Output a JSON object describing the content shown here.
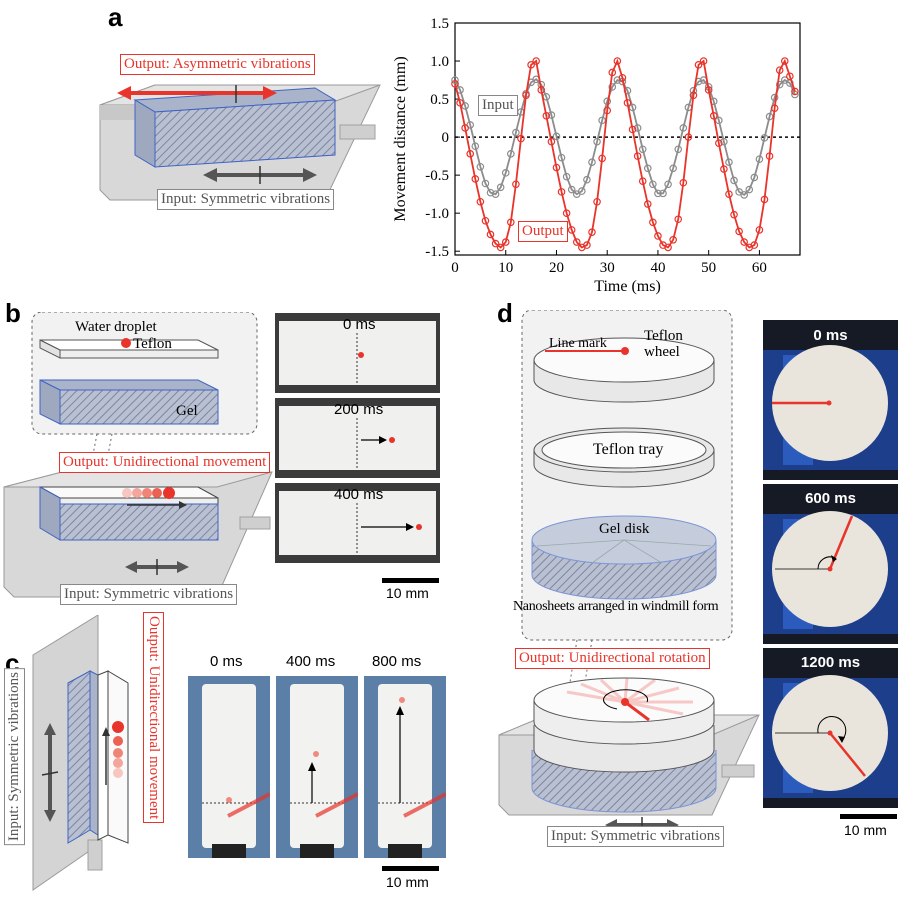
{
  "panels": {
    "a": "a",
    "b": "b",
    "c": "c",
    "d": "d"
  },
  "panel_a": {
    "output_label": "Output: Asymmetric vibrations",
    "input_label": "Input: Symmetric vibrations"
  },
  "panel_b": {
    "water_droplet": "Water droplet",
    "teflon": "Teflon",
    "gel": "Gel",
    "output_label": "Output: Unidirectional movement",
    "input_label": "Input: Symmetric vibrations",
    "frames": [
      "0 ms",
      "200 ms",
      "400 ms"
    ],
    "scale": "10 mm"
  },
  "panel_c": {
    "input_label": "Input: Symmetric vibrations",
    "output_label": "Output: Unidirectional movement",
    "frames": [
      "0 ms",
      "400 ms",
      "800 ms"
    ],
    "scale": "10 mm"
  },
  "panel_d": {
    "line_mark": "Line mark",
    "teflon_wheel_1": "Teflon",
    "teflon_wheel_2": "wheel",
    "teflon_tray": "Teflon tray",
    "gel_disk": "Gel disk",
    "nanosheets": "Nanosheets arranged in windmill form",
    "output_label": "Output: Unidirectional rotation",
    "input_label": "Input: Symmetric vibrations",
    "frames": [
      "0 ms",
      "600 ms",
      "1200 ms"
    ],
    "scale": "10 mm"
  },
  "chart_data": {
    "type": "line",
    "xlabel": "Time (ms)",
    "ylabel": "Movement distance (mm)",
    "xlim": [
      0,
      68
    ],
    "ylim": [
      -1.55,
      1.5
    ],
    "xticks": [
      0,
      10,
      20,
      30,
      40,
      50,
      60
    ],
    "yticks": [
      -1.5,
      -1.0,
      -0.5,
      0,
      0.5,
      1.0,
      1.5
    ],
    "ytick_labels": [
      "-1.5",
      "-1.0",
      "-0.5",
      "0",
      "0.5",
      "1.0",
      "1.5"
    ],
    "zero_line": true,
    "annotations": [
      "Input",
      "Output"
    ],
    "colors": {
      "input": "#8c8c8c",
      "output": "#e8342b"
    },
    "series": [
      {
        "key": "input",
        "x": [
          0,
          1,
          2,
          3,
          4,
          5,
          6,
          7,
          8,
          9,
          10,
          11,
          12,
          13,
          14,
          15,
          16,
          17,
          18,
          19,
          20,
          21,
          22,
          23,
          24,
          25,
          26,
          27,
          28,
          29,
          30,
          31,
          32,
          33,
          34,
          35,
          36,
          37,
          38,
          39,
          40,
          41,
          42,
          43,
          44,
          45,
          46,
          47,
          48,
          49,
          50,
          51,
          52,
          53,
          54,
          55,
          56,
          57,
          58,
          59,
          60,
          61,
          62,
          63,
          64,
          65,
          66,
          67
        ],
        "y": [
          0.75,
          0.62,
          0.41,
          0.16,
          -0.12,
          -0.39,
          -0.61,
          -0.73,
          -0.75,
          -0.66,
          -0.47,
          -0.22,
          0.06,
          0.33,
          0.57,
          0.72,
          0.76,
          0.69,
          0.53,
          0.29,
          0.01,
          -0.27,
          -0.52,
          -0.69,
          -0.75,
          -0.71,
          -0.56,
          -0.33,
          -0.06,
          0.22,
          0.47,
          0.66,
          0.75,
          0.73,
          0.61,
          0.39,
          0.12,
          -0.16,
          -0.41,
          -0.62,
          -0.74,
          -0.74,
          -0.62,
          -0.41,
          -0.16,
          0.12,
          0.39,
          0.61,
          0.73,
          0.75,
          0.66,
          0.47,
          0.22,
          -0.06,
          -0.33,
          -0.57,
          -0.72,
          -0.76,
          -0.69,
          -0.53,
          -0.29,
          -0.01,
          0.27,
          0.52,
          0.69,
          0.75,
          0.71,
          0.56
        ]
      },
      {
        "key": "output",
        "x": [
          0,
          1,
          2,
          3,
          4,
          5,
          6,
          7,
          8,
          9,
          10,
          11,
          12,
          13,
          14,
          15,
          16,
          17,
          18,
          19,
          20,
          21,
          22,
          23,
          24,
          25,
          26,
          27,
          28,
          29,
          30,
          31,
          32,
          33,
          34,
          35,
          36,
          37,
          38,
          39,
          40,
          41,
          42,
          43,
          44,
          45,
          46,
          47,
          48,
          49,
          50,
          51,
          52,
          53,
          54,
          55,
          56,
          57,
          58,
          59,
          60,
          61,
          62,
          63,
          64,
          65,
          66,
          67
        ],
        "y": [
          0.7,
          0.45,
          0.12,
          -0.22,
          -0.55,
          -0.85,
          -1.1,
          -1.28,
          -1.4,
          -1.45,
          -1.38,
          -1.12,
          -0.62,
          -0.02,
          0.55,
          0.95,
          1.0,
          0.62,
          0.28,
          -0.06,
          -0.4,
          -0.72,
          -1.0,
          -1.22,
          -1.38,
          -1.45,
          -1.42,
          -1.25,
          -0.85,
          -0.28,
          0.35,
          0.85,
          1.0,
          0.78,
          0.45,
          0.1,
          -0.25,
          -0.58,
          -0.88,
          -1.12,
          -1.3,
          -1.42,
          -1.45,
          -1.35,
          -1.08,
          -0.6,
          0.0,
          0.55,
          0.95,
          1.0,
          0.62,
          0.28,
          -0.08,
          -0.42,
          -0.75,
          -1.02,
          -1.24,
          -1.38,
          -1.45,
          -1.42,
          -1.22,
          -0.82,
          -0.25,
          0.38,
          0.88,
          1.0,
          0.8,
          0.6
        ]
      }
    ]
  }
}
